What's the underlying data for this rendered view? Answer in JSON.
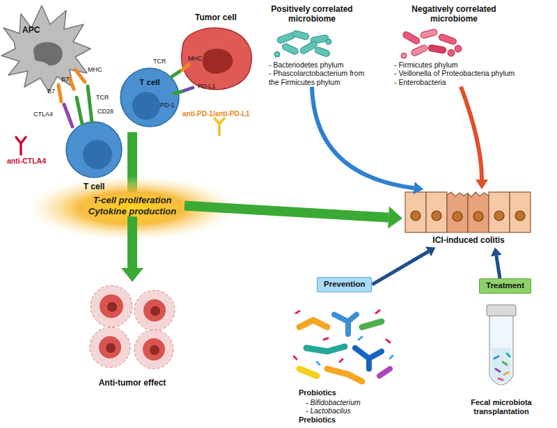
{
  "diagram": {
    "nodes": [
      {
        "text": [
          "APC"
        ]
      },
      {
        "text": [
          "T cell"
        ]
      },
      {
        "text": [
          "T cell"
        ]
      },
      {
        "text": [
          "Tumor cell"
        ]
      },
      {
        "text": [
          "T-cell proliferation Cytokine production"
        ]
      },
      {
        "text": [
          "Anti-tumor effect"
        ]
      },
      {
        "text": [
          "Positively correlated microbiome",
          "- Bacteriodetes phylum",
          "- Phascolarctobacterium from the Firmicutes phylum"
        ]
      },
      {
        "text": [
          "Negatively correlated microbiome",
          "- Firmicutes phylum",
          "- Veillonella of Proteobacteria phylum",
          "- Enterobacteria"
        ]
      },
      {
        "text": [
          "ICI-induced colitis"
        ]
      },
      {
        "text": [
          "Prevention"
        ]
      },
      {
        "text": [
          "Treatment"
        ]
      },
      {
        "text": [
          "Probiotics",
          "- Bifidobacterium",
          "- Lactobacilus",
          "Prebiotics"
        ]
      },
      {
        "text": [
          "Fecal microbiota transplantation"
        ]
      }
    ],
    "edges": [
      {
        "from": 4,
        "to": 5,
        "arrow": "to"
      },
      {
        "from": 4,
        "to": 8,
        "arrow": "to"
      },
      {
        "from": 6,
        "to": 8,
        "arrow": "to"
      },
      {
        "from": 7,
        "to": 8,
        "arrow": "to"
      },
      {
        "from": 9,
        "to": 8,
        "arrow": "to"
      },
      {
        "from": 10,
        "to": 8,
        "arrow": "to"
      }
    ],
    "labels": [
      "MHC",
      "B7",
      "TCR",
      "B7",
      "CD28",
      "CTLA4",
      "anti-CTLA4",
      "TCR",
      "MHC",
      "PD-1",
      "PD-L1",
      "anti-PD-1/anti-PD-L1"
    ]
  }
}
